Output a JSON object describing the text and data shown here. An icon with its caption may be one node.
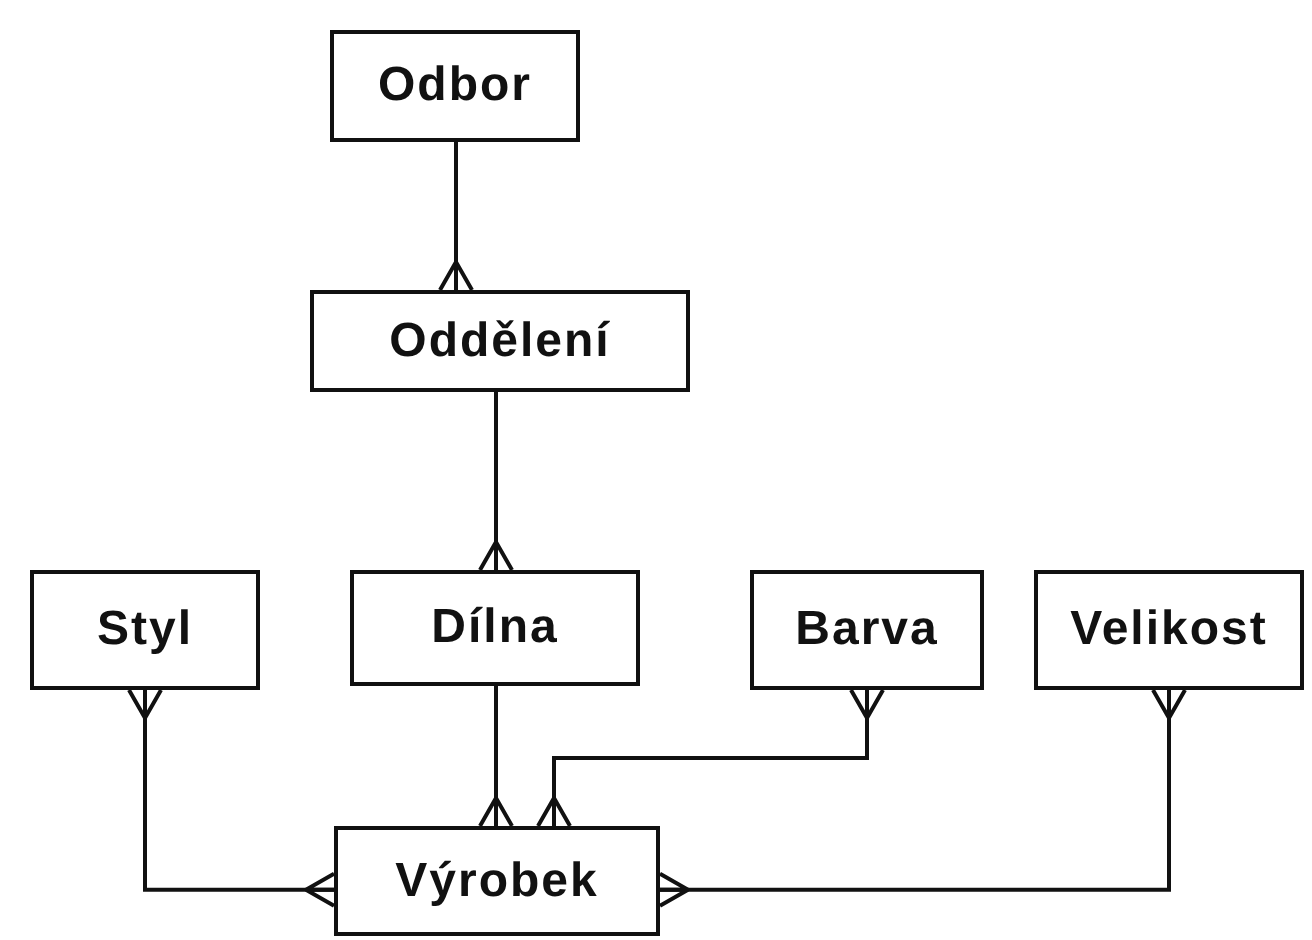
{
  "diagram": {
    "nodes": [
      {
        "text": [
          "Odbor"
        ]
      },
      {
        "text": [
          "Oddělení"
        ]
      },
      {
        "text": [
          "Styl"
        ]
      },
      {
        "text": [
          "Dílna"
        ]
      },
      {
        "text": [
          "Barva"
        ]
      },
      {
        "text": [
          "Velikost"
        ]
      },
      {
        "text": [
          "Výrobek"
        ]
      }
    ],
    "edges": [
      {
        "from": 0,
        "to": 1,
        "arrow": "other"
      },
      {
        "from": 1,
        "to": 3,
        "arrow": "other"
      },
      {
        "from": 2,
        "to": 6,
        "arrow": "other"
      },
      {
        "from": 3,
        "to": 6,
        "arrow": "other"
      },
      {
        "from": 4,
        "to": 6,
        "arrow": "other"
      },
      {
        "from": 5,
        "to": 6,
        "arrow": "other"
      }
    ]
  }
}
